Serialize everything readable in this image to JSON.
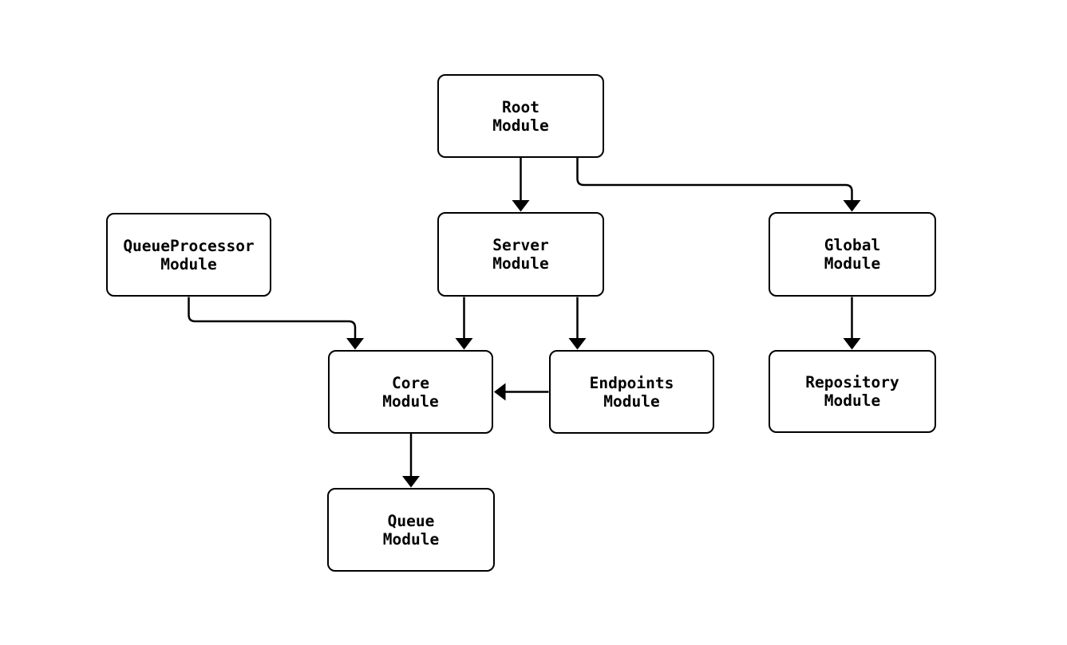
{
  "diagram": {
    "type": "flowchart",
    "direction": "top-down",
    "colors": {
      "background": "#ffffff",
      "node_fill": "#ffffff",
      "node_border": "#000000",
      "edge": "#000000",
      "text": "#000000"
    },
    "nodes": [
      {
        "id": "root",
        "label": "Root Module",
        "lines": [
          "Root",
          "Module"
        ]
      },
      {
        "id": "queue-processor",
        "label": "QueueProcessor Module",
        "lines": [
          "QueueProcessor",
          "Module"
        ]
      },
      {
        "id": "server",
        "label": "Server Module",
        "lines": [
          "Server",
          "Module"
        ]
      },
      {
        "id": "global",
        "label": "Global Module",
        "lines": [
          "Global",
          "Module"
        ]
      },
      {
        "id": "core",
        "label": "Core Module",
        "lines": [
          "Core",
          "Module"
        ]
      },
      {
        "id": "endpoints",
        "label": "Endpoints Module",
        "lines": [
          "Endpoints",
          "Module"
        ]
      },
      {
        "id": "repository",
        "label": "Repository Module",
        "lines": [
          "Repository",
          "Module"
        ]
      },
      {
        "id": "queue",
        "label": "Queue Module",
        "lines": [
          "Queue",
          "Module"
        ]
      }
    ],
    "edges": [
      {
        "from": "Root Module",
        "to": "Server Module"
      },
      {
        "from": "Root Module",
        "to": "Global Module"
      },
      {
        "from": "QueueProcessor Module",
        "to": "Core Module"
      },
      {
        "from": "Server Module",
        "to": "Core Module"
      },
      {
        "from": "Server Module",
        "to": "Endpoints Module"
      },
      {
        "from": "Endpoints Module",
        "to": "Core Module"
      },
      {
        "from": "Global Module",
        "to": "Repository Module"
      },
      {
        "from": "Core Module",
        "to": "Queue Module"
      }
    ]
  }
}
